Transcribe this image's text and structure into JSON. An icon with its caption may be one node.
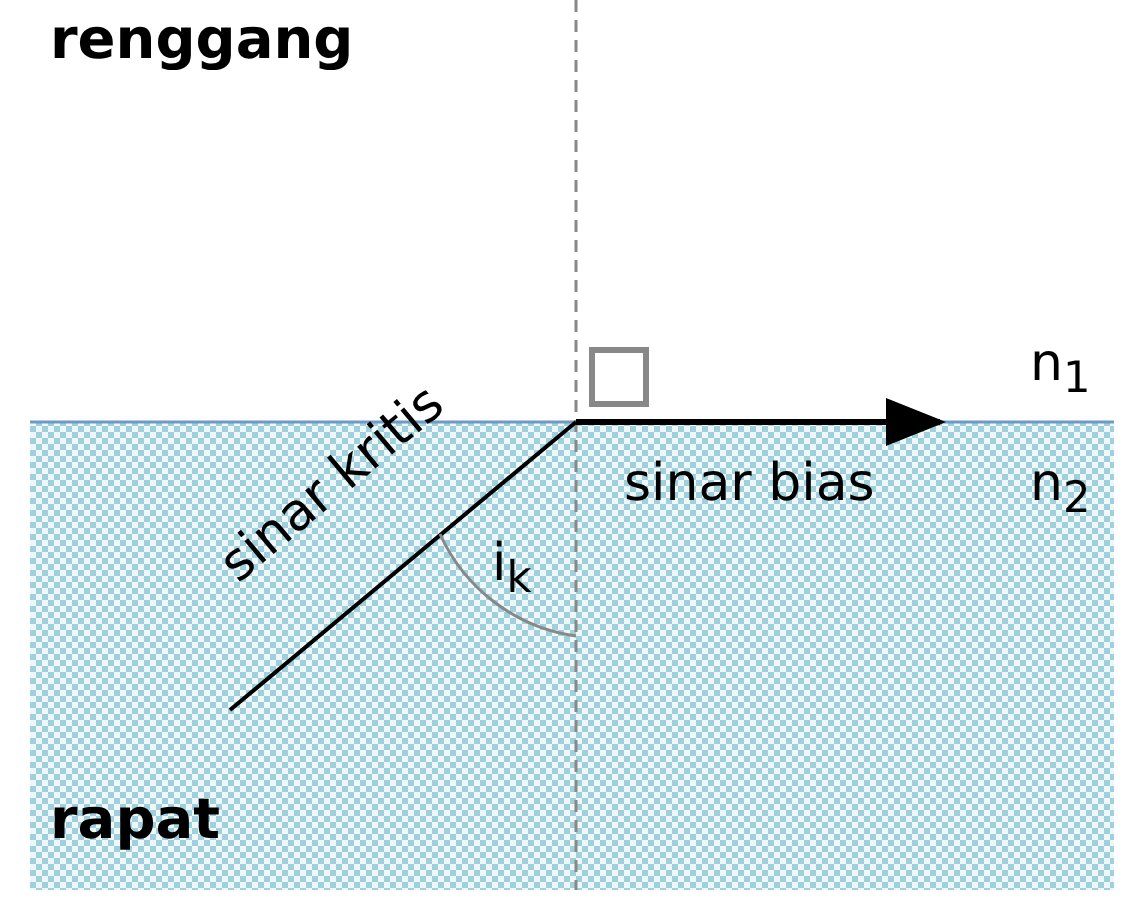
{
  "diagram": {
    "labels": [
      "renggang",
      "n$_{1}$",
      "sinar kritis",
      "sinar bias",
      "n$_{2}$",
      "i$_{k}$",
      "rapat"
    ]
  }
}
